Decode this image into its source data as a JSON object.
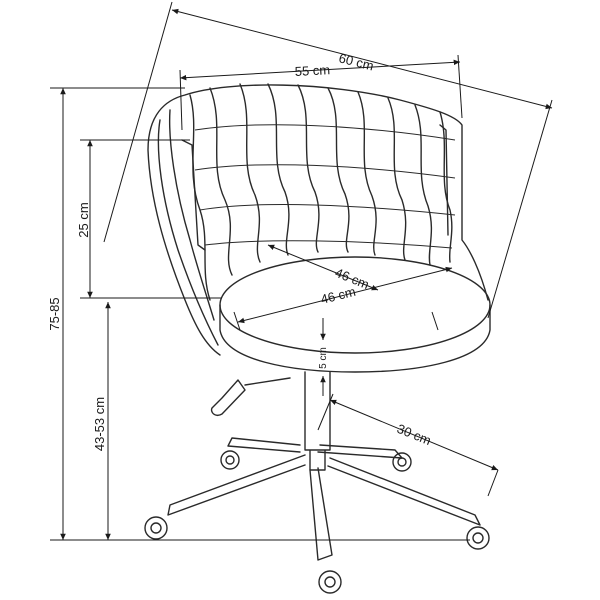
{
  "labels": {
    "width_outer": "60 cm",
    "width_inner": "55 cm",
    "backrest_height": "25 cm",
    "seat_depth": "46 cm",
    "seat_width": "46 cm",
    "total_height": "75-85",
    "seat_height": "43-53 cm",
    "seat_thickness": "5 cm",
    "base_radius": "30 cm"
  }
}
